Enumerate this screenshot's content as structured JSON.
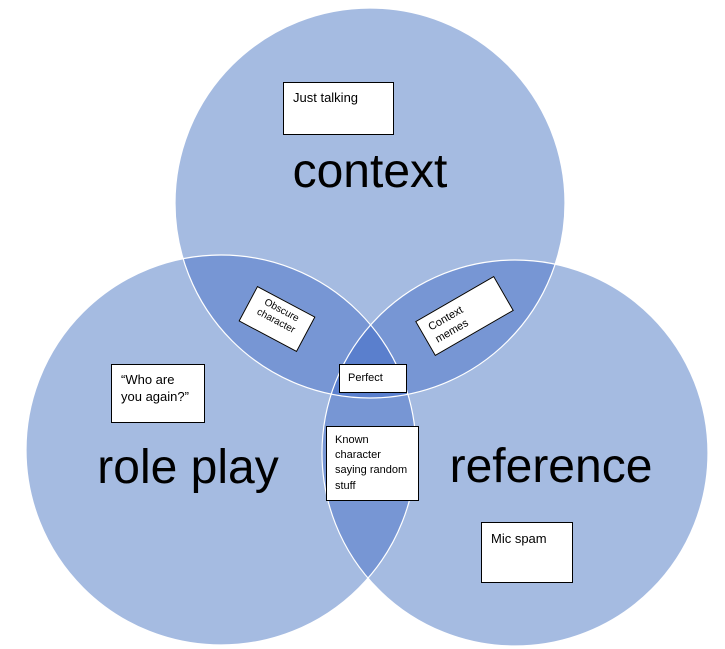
{
  "diagram": {
    "circles": [
      {
        "id": "context",
        "label": "context"
      },
      {
        "id": "role-play",
        "label": "role play"
      },
      {
        "id": "reference",
        "label": "reference"
      }
    ],
    "colors": {
      "circle_fill": "#a5bbe1",
      "pair_overlap": "#7796d4",
      "center_overlap": "#5a7fcd",
      "circle_stroke": "#ffffff",
      "note_background": "#ffffff",
      "note_border": "#000000",
      "text": "#000000"
    },
    "notes": {
      "just_talking": "Just talking",
      "who_are_you_again": [
        "“Who are",
        "you again?”"
      ],
      "mic_spam": "Mic spam",
      "obscure_character": [
        "Obscure",
        "character"
      ],
      "context_memes": [
        "Context",
        "memes"
      ],
      "perfect": "Perfect",
      "known_character": [
        "Known",
        "character",
        "saying random",
        "stuff"
      ]
    }
  }
}
